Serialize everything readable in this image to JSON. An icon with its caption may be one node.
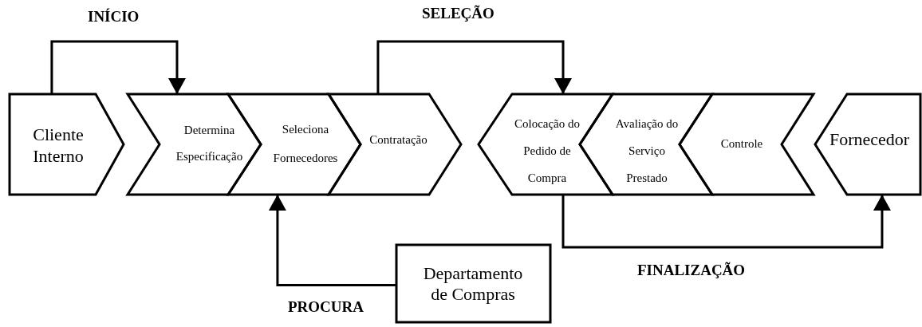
{
  "diagram": {
    "nodes": [
      {
        "text": [
          "Cliente Interno"
        ]
      },
      {
        "text": [
          "Determina Especificação"
        ]
      },
      {
        "text": [
          "Seleciona Fornecedores"
        ]
      },
      {
        "text": [
          "Contratação"
        ]
      },
      {
        "text": [
          "Colocação do Pedido de Compra"
        ]
      },
      {
        "text": [
          "Avaliação do Serviço Prestado"
        ]
      },
      {
        "text": [
          "Controle"
        ]
      },
      {
        "text": [
          "Fornecedor"
        ]
      },
      {
        "text": [
          "Departamento de Compras"
        ]
      }
    ],
    "edges": [
      {
        "from": 0,
        "to": 1,
        "arrow": "to",
        "label": "INÍCIO"
      },
      {
        "from": 3,
        "to": 4,
        "arrow": "to",
        "label": "SELEÇÃO"
      },
      {
        "from": 8,
        "to": 2,
        "arrow": "to",
        "label": "PROCURA"
      },
      {
        "from": 4,
        "to": 7,
        "arrow": "to",
        "label": "FINALIZAÇÃO"
      }
    ]
  }
}
